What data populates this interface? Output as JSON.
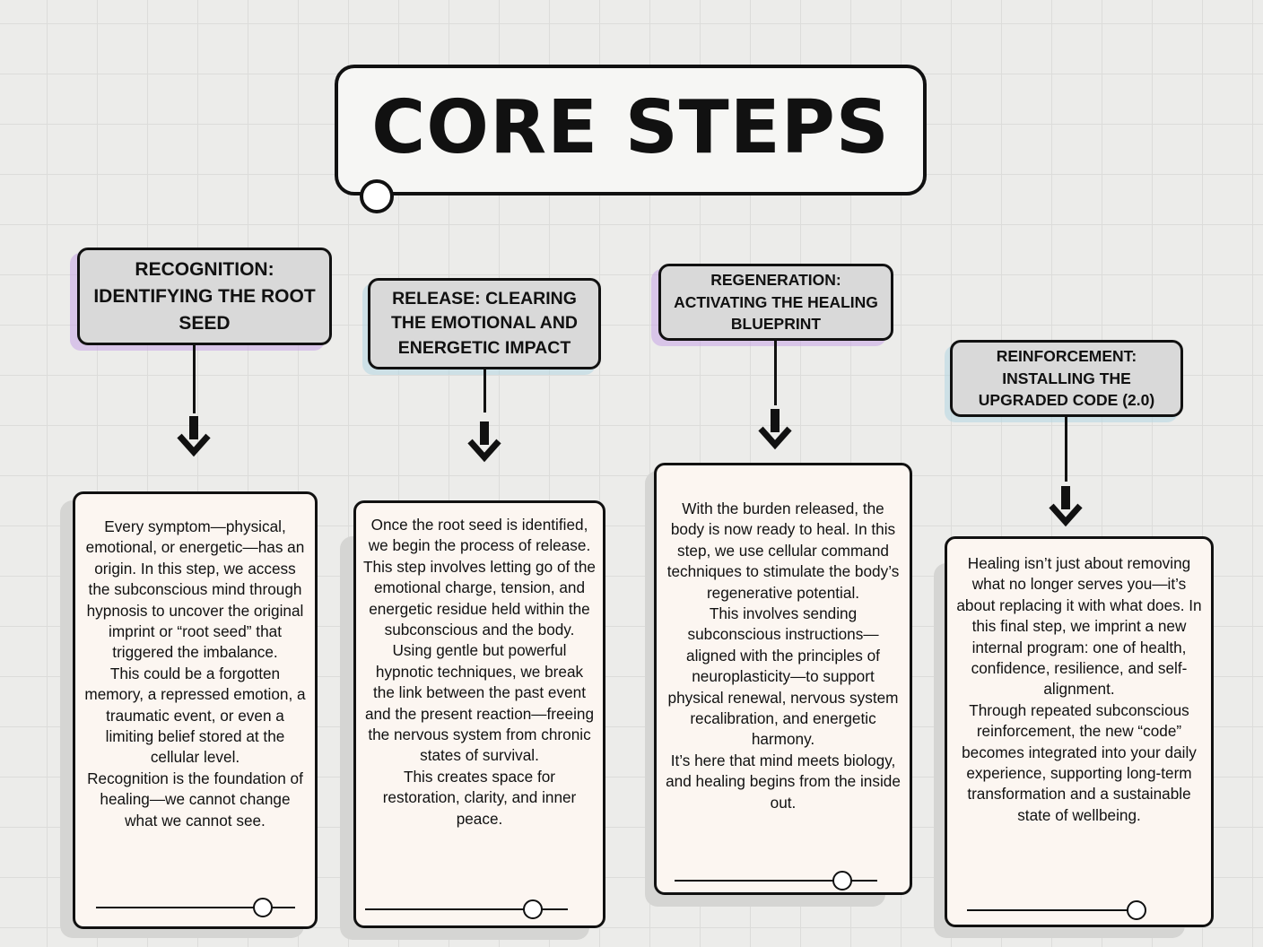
{
  "title": "CORE STEPS",
  "steps": [
    {
      "header": "RECOGNITION: IDENTIFYING THE ROOT SEED",
      "paragraphs": [
        "Every symptom—physical, emotional, or energetic—has an origin. In this step, we access the subconscious mind through hypnosis to uncover the original imprint or “root seed” that triggered the imbalance.",
        "This could be a forgotten memory, a repressed emotion, a traumatic event, or even a limiting belief stored at the cellular level.",
        "Recognition is the foundation of healing—we cannot change what we cannot see."
      ]
    },
    {
      "header": "RELEASE: CLEARING THE EMOTIONAL AND ENERGETIC IMPACT",
      "paragraphs": [
        "Once the root seed is identified, we begin the process of release. This step involves letting go of the emotional charge, tension, and energetic residue held within the subconscious and the body.",
        "Using gentle but powerful hypnotic techniques, we break the link between the past event and the present reaction—freeing the nervous system from chronic states of survival.",
        "This creates space for restoration, clarity, and inner peace."
      ]
    },
    {
      "header": "REGENERATION: ACTIVATING THE HEALING BLUEPRINT",
      "paragraphs": [
        "With the burden released, the body is now ready to heal. In this step, we use cellular command techniques to stimulate the body’s regenerative potential.",
        "This involves sending subconscious instructions—aligned with the principles of neuroplasticity—to support physical renewal, nervous system recalibration, and energetic harmony.",
        "It’s here that mind meets biology, and healing begins from the inside out."
      ]
    },
    {
      "header": "REINFORCEMENT: INSTALLING THE UPGRADED CODE (2.0)",
      "paragraphs": [
        "Healing isn’t just about removing what no longer serves you—it’s about replacing it with what does. In this final step, we imprint a new internal program: one of health, confidence, resilience, and self-alignment.",
        "Through repeated subconscious reinforcement, the new “code” becomes integrated into your daily experience, supporting long-term transformation and a sustainable state of wellbeing."
      ]
    }
  ]
}
